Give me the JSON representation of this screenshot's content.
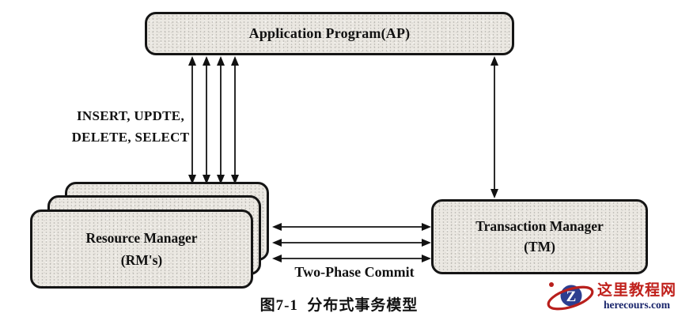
{
  "diagram": {
    "ap": {
      "label": "Application Program(AP)"
    },
    "rm": {
      "title": "Resource Manager",
      "subtitle": "(RM's)"
    },
    "tm": {
      "title": "Transaction Manager",
      "subtitle": "(TM)"
    },
    "sql_ops": {
      "line1": "INSERT, UPDTE,",
      "line2": "DELETE, SELECT"
    },
    "two_phase_commit": "Two-Phase Commit",
    "caption": "图7-1  分布式事务模型"
  },
  "watermark": {
    "logo_letter": "Z",
    "site_name": "这里教程网",
    "site_domain": "herecours.com"
  },
  "colors": {
    "box_fill": "#ebe8e2",
    "box_border": "#151515",
    "arrow": "#121212",
    "watermark_red": "#c0211c",
    "watermark_navy": "#18246b",
    "watermark_circle_blue": "#2c3e90",
    "background": "#ffffff"
  }
}
